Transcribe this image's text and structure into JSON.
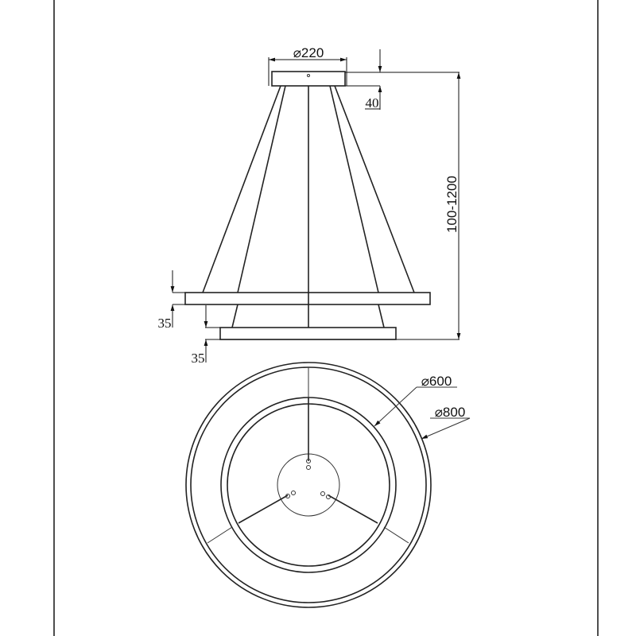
{
  "drawing": {
    "canopy_diameter": "⌀220",
    "canopy_height": "40",
    "suspension_length": "100-1200",
    "large_ring_thickness": "35",
    "small_ring_thickness": "35",
    "small_ring_diameter": "⌀600",
    "large_ring_diameter": "⌀800"
  },
  "colors": {
    "line": "#222222",
    "background": "#ffffff"
  }
}
